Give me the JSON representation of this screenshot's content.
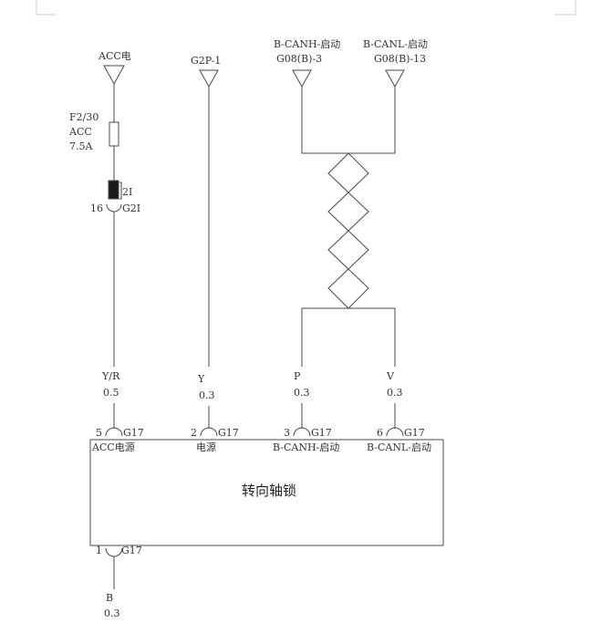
{
  "top_signals": [
    {
      "id": "acc",
      "label_1": "ACC电",
      "label_2": ""
    },
    {
      "id": "g2p",
      "label_1": "G2P-1",
      "label_2": ""
    },
    {
      "id": "canh",
      "label_1": "B-CANH-启动",
      "label_2": "G08(B)-3"
    },
    {
      "id": "canl",
      "label_1": "B-CANL-启动",
      "label_2": "G08(B)-13"
    }
  ],
  "fuse": {
    "name": "F2/30",
    "type": "ACC",
    "rating": "7.5A"
  },
  "connector_g2i": {
    "tag": "2I",
    "pin": "16",
    "name": "G2I"
  },
  "wires": [
    {
      "color": "Y/R",
      "gauge": "0.5"
    },
    {
      "color": "Y",
      "gauge": "0.3"
    },
    {
      "color": "P",
      "gauge": "0.3"
    },
    {
      "color": "V",
      "gauge": "0.3"
    }
  ],
  "module_pins": [
    {
      "pin": "5",
      "conn": "G17",
      "func": "ACC电源"
    },
    {
      "pin": "2",
      "conn": "G17",
      "func": "电源"
    },
    {
      "pin": "3",
      "conn": "G17",
      "func": "B-CANH-启动"
    },
    {
      "pin": "6",
      "conn": "G17",
      "func": "B-CANL-启动"
    }
  ],
  "module": {
    "name": "转向轴锁"
  },
  "ground_pin": {
    "pin": "1",
    "conn": "G17",
    "color": "B",
    "gauge": "0.3"
  }
}
